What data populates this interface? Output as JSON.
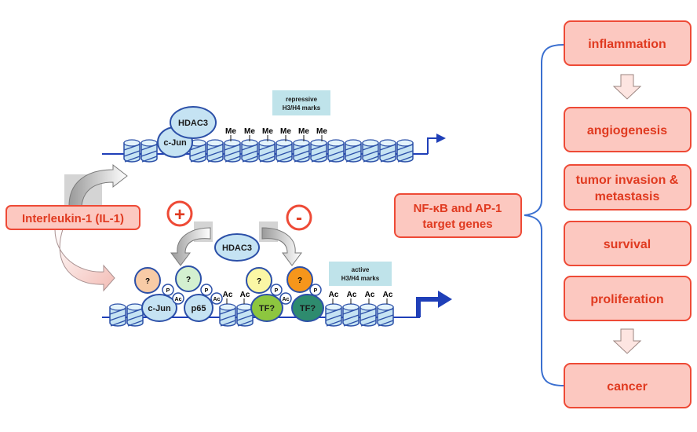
{
  "top_strand": {
    "proteins": {
      "hdac3": "HDAC3",
      "cjun": "c-Jun"
    },
    "me_label": "Me",
    "marks_box": {
      "line1": "repressive",
      "line2": "H3/H4 marks"
    }
  },
  "bottom_strand": {
    "hdac3": "HDAC3",
    "plus": "+",
    "minus": "-",
    "q_label": "?",
    "p_label": "P",
    "ac_label": "Ac",
    "cjun": "c-Jun",
    "p65": "p65",
    "tf1": "TF?",
    "tf2": "TF?",
    "marks_box": {
      "line1": "active",
      "line2": "H3/H4 marks"
    }
  },
  "il1_label": "Interleukin-1 (IL-1)",
  "target_genes": {
    "line1": "NF-κB and AP-1",
    "line2": "target genes"
  },
  "outcomes": {
    "inflammation": "inflammation",
    "angiogenesis": "angiogenesis",
    "invasion_line1": "tumor invasion &",
    "invasion_line2": "metastasis",
    "survival": "survival",
    "proliferation": "proliferation",
    "cancer": "cancer"
  },
  "colors": {
    "salmon_fill": "#fcc8c0",
    "salmon_stroke": "#ee4a36",
    "salmon_text": "#e03a20",
    "nucleosome": "#c5e3f3",
    "dna": "#1f3fb8",
    "marks_box": "#bfe3ea",
    "tf1_green": "#8dc63f",
    "tf2_teal": "#2e8b6e",
    "q_peach": "#f8cba6",
    "q_mint": "#d4f0d0",
    "q_yellow": "#fbf7a5",
    "q_orange": "#f6961b"
  }
}
